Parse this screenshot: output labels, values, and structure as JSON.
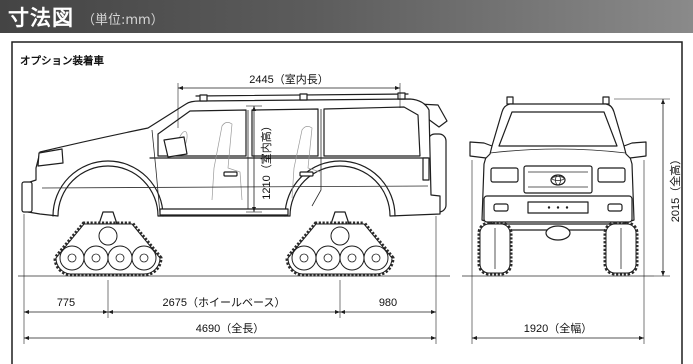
{
  "header": {
    "title": "寸法図",
    "unit": "（単位:mm）"
  },
  "diagram": {
    "variant_label": "オプション装着車",
    "dimensions": {
      "interior_length": "2445（室内長）",
      "interior_height": "1210（室内高）",
      "overall_height": "2015（全高）",
      "front_overhang": "775",
      "wheelbase": "2675（ホイールベース）",
      "rear_overhang": "980",
      "overall_length": "4690（全長）",
      "overall_width": "1920（全幅）"
    }
  },
  "colors": {
    "header_dark": "#444444",
    "header_light": "#8a8a8a",
    "line": "#1e1e1e"
  }
}
